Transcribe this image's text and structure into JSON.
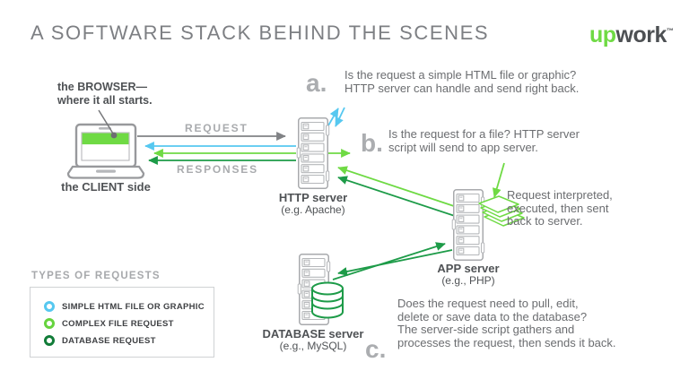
{
  "header": {
    "title": "A SOFTWARE STACK BEHIND THE SCENES",
    "logo": {
      "part1": "up",
      "part2": "work",
      "tm": "™"
    }
  },
  "client": {
    "browser_note_line1": "the BROWSER—",
    "browser_note_line2": "where it all starts.",
    "label": "the CLIENT side"
  },
  "flow": {
    "request": "REQUEST",
    "responses": "RESPONSES"
  },
  "servers": {
    "http": {
      "name": "HTTP server",
      "tech": "(e.g. Apache)"
    },
    "app": {
      "name": "APP server",
      "tech": "(e.g., PHP)"
    },
    "db": {
      "name": "DATABASE server",
      "tech": "(e.g., MySQL)"
    }
  },
  "steps": {
    "a": {
      "letter": "a.",
      "line1": "Is the request a simple HTML file or graphic?",
      "line2": "HTTP server can handle and send right back."
    },
    "b": {
      "letter": "b.",
      "line1": "Is the request for a file? HTTP server",
      "line2": "script will send to app server."
    },
    "app_note": {
      "line1": "Request interpreted,",
      "line2": "executed, then sent",
      "line3": "back to server."
    },
    "c": {
      "letter": "c.",
      "line1": "Does the request need to pull, edit,",
      "line2": "delete or save data to the database?",
      "line3": "The server-side script gathers and",
      "line4": "processes the request, then sends it back."
    }
  },
  "legend": {
    "title": "TYPES OF REQUESTS",
    "items": [
      {
        "label": "SIMPLE HTML FILE OR GRAPHIC",
        "color": "#56c8f0"
      },
      {
        "label": "COMPLEX FILE REQUEST",
        "color": "#66d33e"
      },
      {
        "label": "DATABASE REQUEST",
        "color": "#117c38"
      }
    ]
  },
  "colors": {
    "simple_request_cyan": "#56c8f0",
    "complex_request_green": "#6fda44",
    "database_request_dark_green": "#1d9b48",
    "request_arrow_gray": "#808285",
    "brand_green": "#6fda44"
  }
}
